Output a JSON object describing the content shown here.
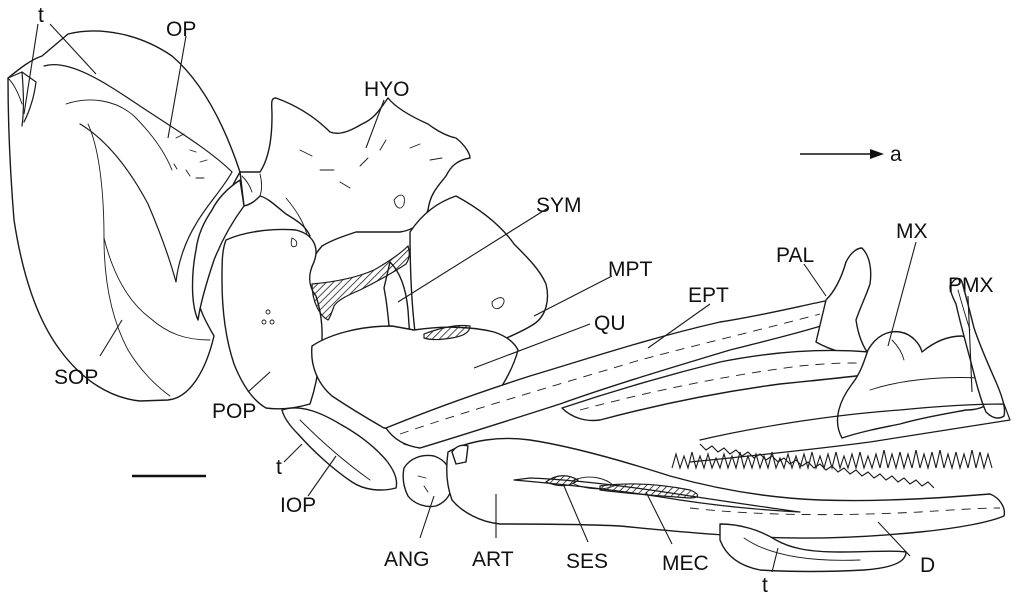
{
  "figure": {
    "orientation_label": "a",
    "labels": {
      "t_top": "t",
      "op": "OP",
      "hyo": "HYO",
      "sym": "SYM",
      "mpt": "MPT",
      "pal": "PAL",
      "mx": "MX",
      "pmx": "PMX",
      "ept": "EPT",
      "qu": "QU",
      "sop": "SOP",
      "pop": "POP",
      "t_mid": "t",
      "iop": "IOP",
      "ang": "ANG",
      "art": "ART",
      "ses": "SES",
      "mec": "MEC",
      "d": "D",
      "t_bottom": "t"
    }
  }
}
